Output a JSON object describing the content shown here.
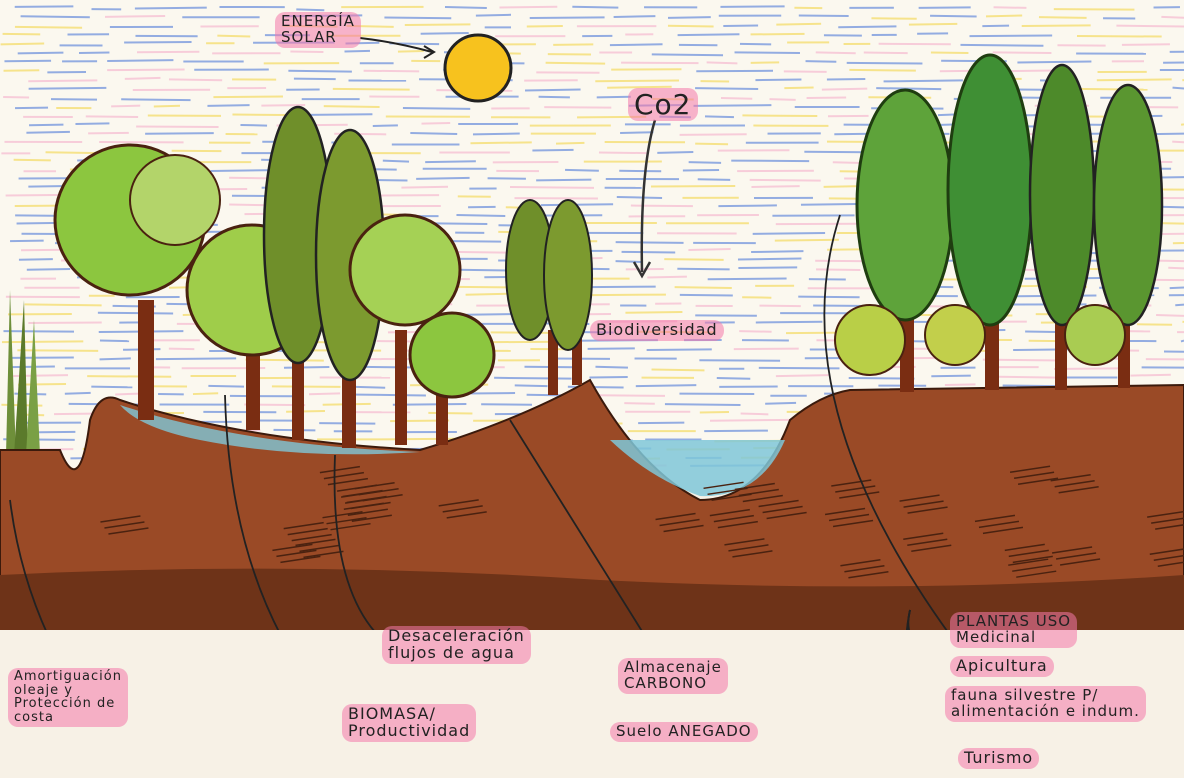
{
  "labels": {
    "energia_solar": "ENERGÍA\nSOLAR",
    "co2": "Co2",
    "biodiversidad": "Biodiversidad",
    "amortiguacion": "Amortiguación\noleaje y\nProtección de\ncosta",
    "biomasa": "BIOMASA/\nProductividad",
    "desaceleracion": "Desaceleración\nflujos de agua",
    "almacenaje": "Almacenaje\nCARBONO",
    "suelo": "Suelo ANEGADO",
    "plantas": "PLANTAS USO\nMedicinal",
    "apicultura": "Apicultura",
    "fauna": "fauna silvestre P/\nalimentación e indum.",
    "turismo": "Turismo"
  },
  "colors": {
    "sky_blue": "#3f6fd6",
    "sky_yellow": "#f2d23a",
    "soil": "#9a4a26",
    "soil_dark": "#6e3318",
    "water": "#7fc7d8",
    "sun": "#f7c21e",
    "highlight": "#f478aa",
    "tree_light": "#8cc63f",
    "tree_dark": "#4d7a1f"
  }
}
